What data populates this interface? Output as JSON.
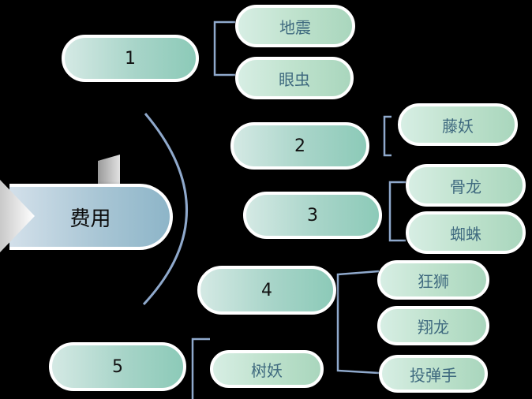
{
  "root": {
    "label": "费用"
  },
  "branches": [
    {
      "label": "1",
      "children": [
        "地震",
        "眼虫"
      ]
    },
    {
      "label": "2",
      "children": [
        "藤妖"
      ]
    },
    {
      "label": "3",
      "children": [
        "骨龙",
        "蜘蛛"
      ]
    },
    {
      "label": "4",
      "children": [
        "狂狮",
        "翔龙",
        "投弹手"
      ]
    },
    {
      "label": "5",
      "children": [
        "树妖"
      ]
    }
  ],
  "colors": {
    "background": "#000000",
    "connector": "#8fa9cc",
    "pill_border": "#ffffff",
    "leaf_text": "#3f6a7f",
    "number_text": "#111111"
  }
}
